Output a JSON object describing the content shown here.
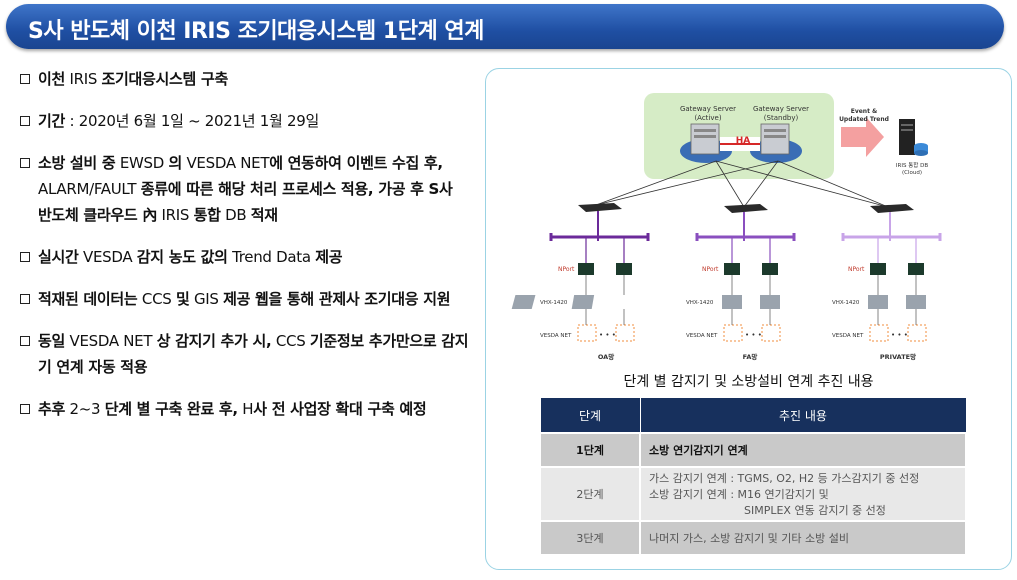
{
  "title": "S사 반도체 이천 IRIS 조기대응시스템 1단계 연계",
  "bullets": [
    {
      "html": "<b>이천</b> <span class='lt'>IRIS</span> <b>조기대응시스템 구축</b>"
    },
    {
      "html": "<b>기간</b> <span class='lt'>: 2020년 6월 1일 ~ 2021년 1월 29일</span>"
    },
    {
      "html": "<b>소방 설비 중</b> <span class='lt'>EWSD</span> <b>의</b> <span class='lt'>VESDA NET</span><b>에 연동하여 이벤트 수집 후,</b> <span class='lt'>ALARM/FAULT</span> <b>종류에 따른 해당 처리 프로세스 적용, 가공 후 S사 반도체 클라우드 內</b> <span class='lt'>IRIS</span> <b>통합</b> <span class='lt'>DB</span> <b>적재</b>"
    },
    {
      "html": "<b>실시간</b> <span class='lt'>VESDA</span> <b>감지 농도 값의</b> <span class='lt'>Trend Data</span> <b>제공</b>"
    },
    {
      "html": "<b>적재된 데이터는</b> <span class='lt'>CCS</span> <b>및</b> <span class='lt'>GIS</span> <b>제공 웹을 통해 관제사 조기대응 지원</b>"
    },
    {
      "html": "<b>동일</b> <span class='lt'>VESDA NET</span> <b>상 감지기 추가 시,</b> <span class='lt'>CCS</span> <b>기준정보 추가만으로 감지기 연계 자동 적용</b>"
    },
    {
      "html": "<b>추후</b> <span class='lt'>2~3</span> <b>단계 별 구축 완료 후,</b> <span class='lt'>H</span><b>사 전 사업장 확대 구축 예정</b>"
    }
  ],
  "diagram": {
    "gw_active": [
      "Gateway Server",
      "(Active)"
    ],
    "gw_standby": [
      "Gateway Server",
      "(Standby)"
    ],
    "ha": "HA",
    "event": [
      "Event &",
      "Updated Trend"
    ],
    "db": [
      "IRIS 통합 DB",
      "(Cloud)"
    ],
    "nport": "NPort",
    "vhx": "VHX-1420",
    "vesda": "VESDA NET",
    "dots": "• • •",
    "zones": [
      "OA망",
      "FA망",
      "PRIVATE망"
    ]
  },
  "caption": "단계 별 감지기 및 소방설비 연계 추진 내용",
  "table": {
    "headers": [
      "단계",
      "추진 내용"
    ],
    "rows": [
      {
        "step": "1단계",
        "lines": [
          "소방 연기감지기 연계"
        ]
      },
      {
        "step": "2단계",
        "lines": [
          "가스 감지기 연계 : TGMS, O2, H2 등 가스감지기 중 선정",
          "소방 감지기 연계 : M16 연기감지기 및",
          "SIMPLEX 연동 감지기 중 선정"
        ]
      },
      {
        "step": "3단계",
        "lines": [
          "나머지 가스, 소방 감지기 및 기타 소방 설비"
        ]
      }
    ]
  },
  "colors": {
    "title_bg": "#1f4fa3",
    "table_header": "#17305d",
    "bus_oa": "#6b2a9a",
    "bus_fa": "#8a4fbf",
    "bus_private": "#c8a4e8"
  }
}
